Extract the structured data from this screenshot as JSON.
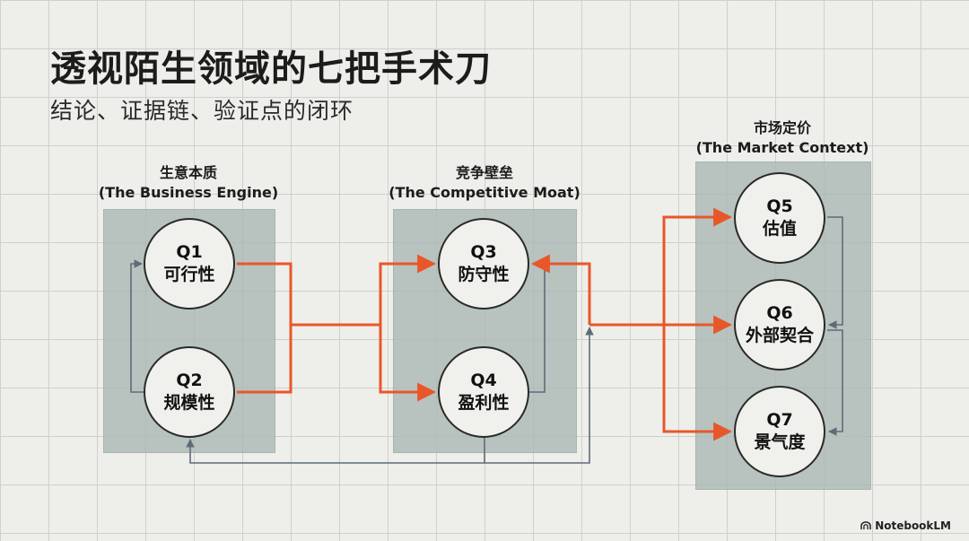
{
  "title": "透视陌生领域的七把手术刀",
  "subtitle": "结论、证据链、验证点的闭环",
  "groups": {
    "engine": {
      "name": "生意本质",
      "english": "(The Business Engine)"
    },
    "moat": {
      "name": "竞争壁垒",
      "english": "(The Competitive Moat)"
    },
    "market": {
      "name": "市场定价",
      "english": "(The Market Context)"
    }
  },
  "nodes": {
    "q1": {
      "id": "Q1",
      "label": "可行性"
    },
    "q2": {
      "id": "Q2",
      "label": "规模性"
    },
    "q3": {
      "id": "Q3",
      "label": "防守性"
    },
    "q4": {
      "id": "Q4",
      "label": "盈利性"
    },
    "q5": {
      "id": "Q5",
      "label": "估值"
    },
    "q6": {
      "id": "Q6",
      "label": "外部契合"
    },
    "q7": {
      "id": "Q7",
      "label": "景气度"
    }
  },
  "colors": {
    "primary_flow": "#e8572a",
    "feedback_flow": "#5f6b78",
    "panel": "#a9b8b3"
  },
  "brand": {
    "icon": "notebooklm-icon",
    "text": "NotebookLM"
  }
}
